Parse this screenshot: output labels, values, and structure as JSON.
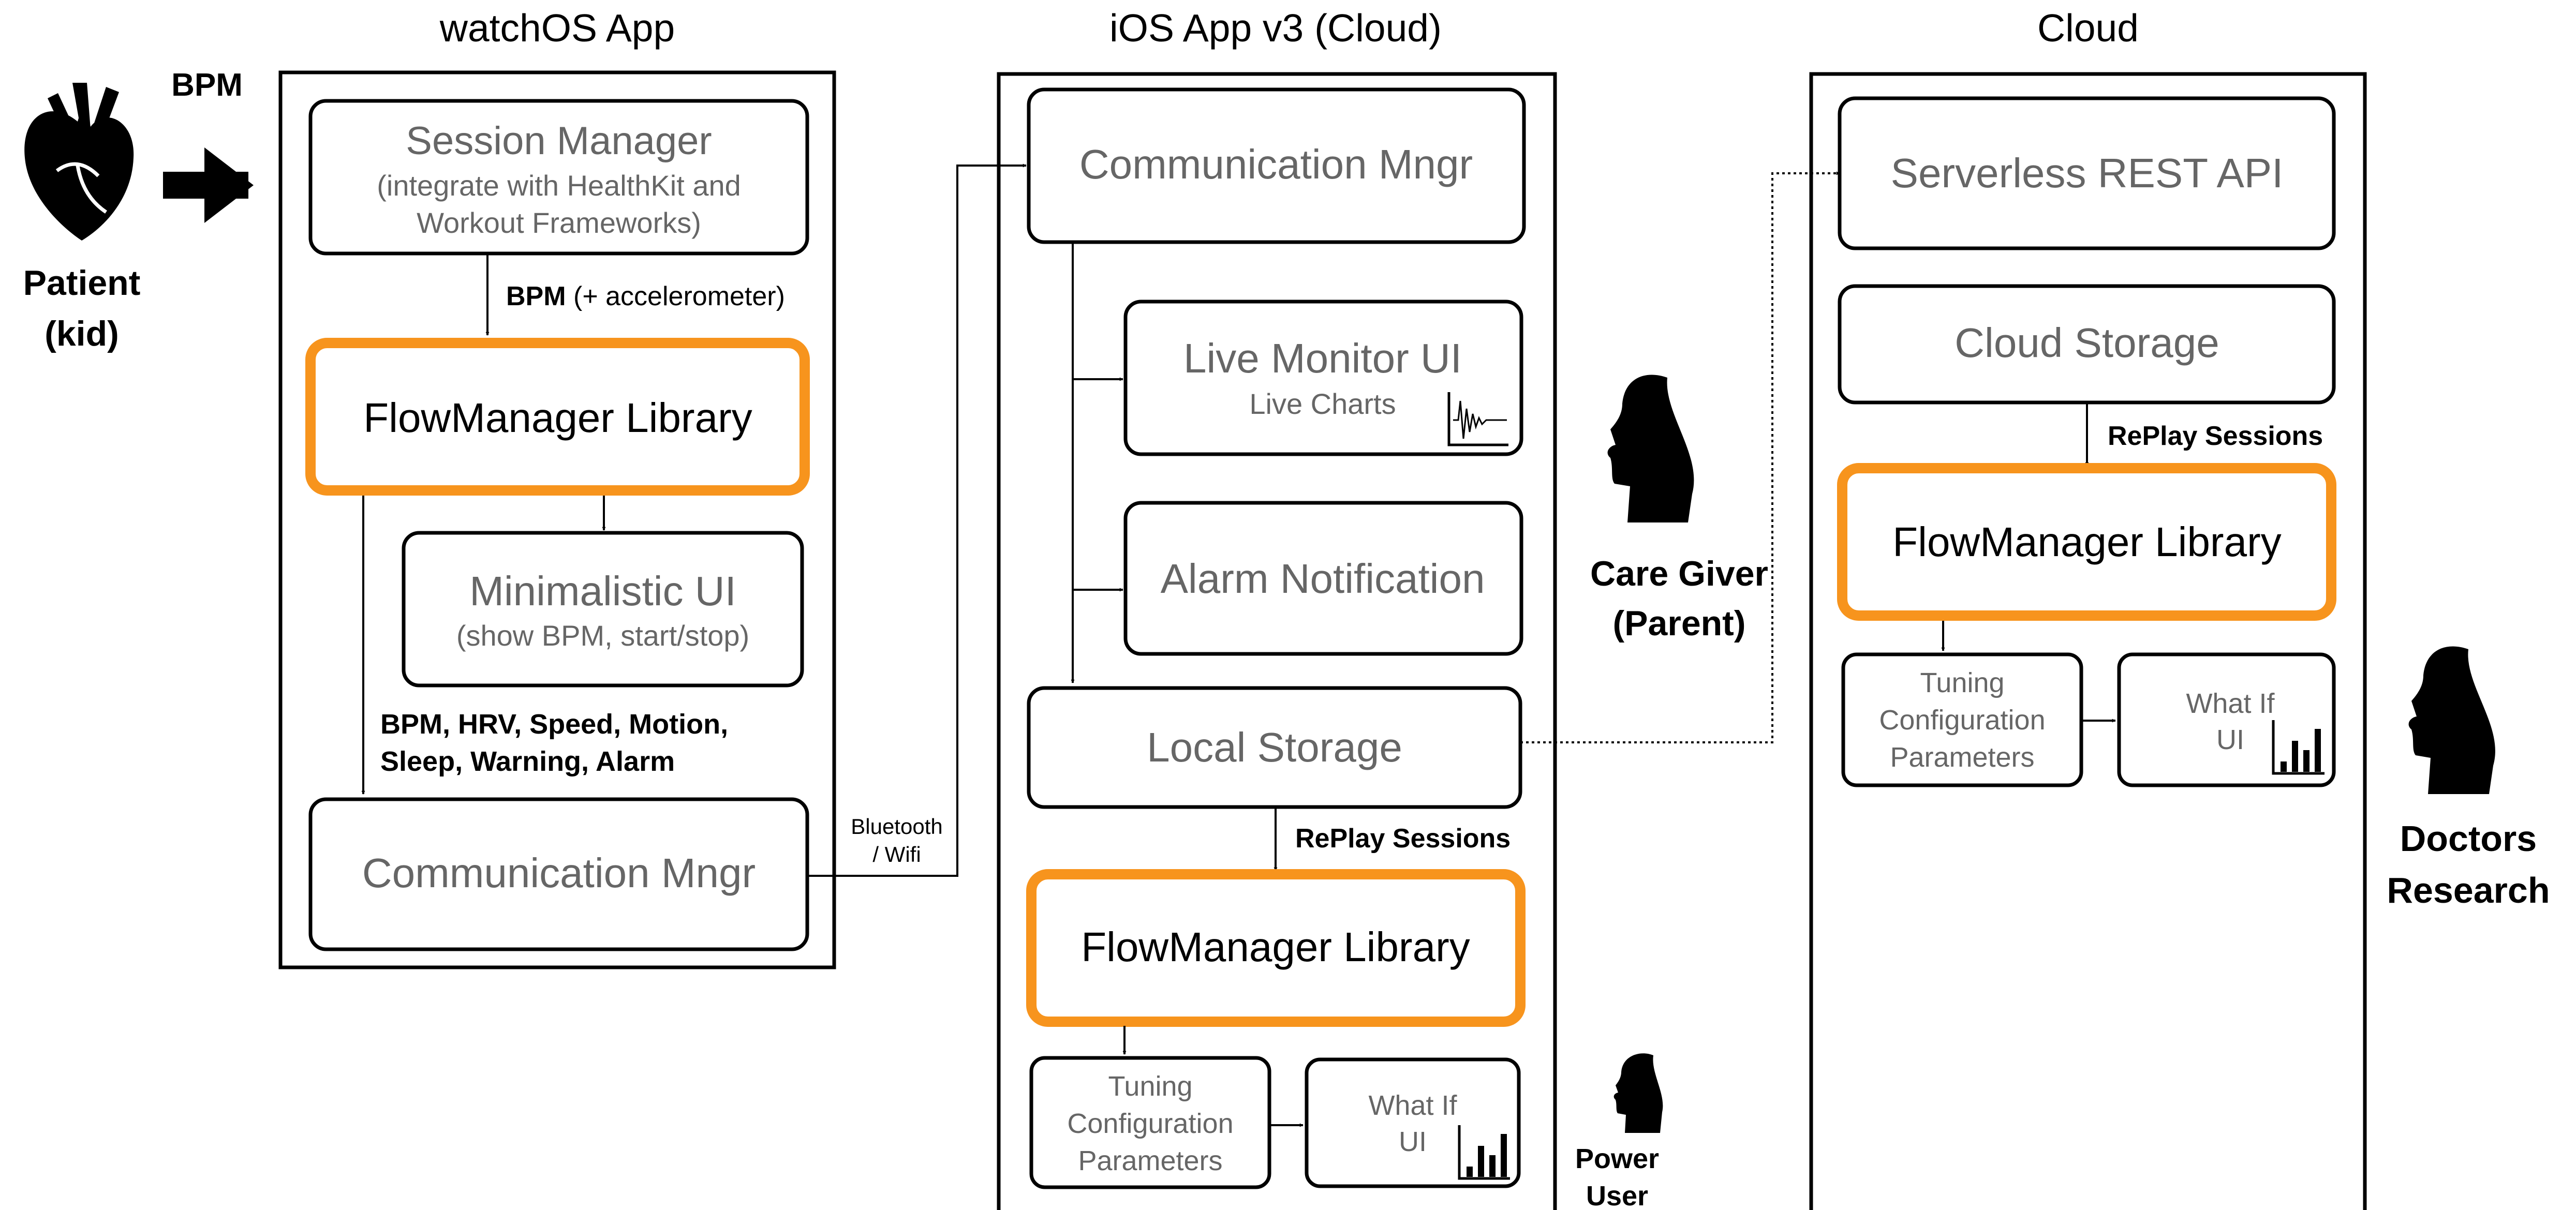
{
  "columns": {
    "watch": "watchOS App",
    "ios": "iOS App v3 (Cloud)",
    "cloud": "Cloud"
  },
  "bpm_input": "BPM",
  "actors": {
    "patient": [
      "Patient",
      "(kid)"
    ],
    "caregiver": [
      "Care Giver",
      "(Parent)"
    ],
    "doctors": [
      "Doctors",
      "Research"
    ],
    "power_user": [
      "Power",
      "User"
    ]
  },
  "watch": {
    "session_title": "Session Manager",
    "session_sub1": "(integrate with HealthKit and",
    "session_sub2": "Workout Frameworks)",
    "bpm_flow_bold": "BPM",
    "bpm_flow_rest": " (+ accelerometer)",
    "flow_library": "FlowManager Library",
    "mini_title": "Minimalistic UI",
    "mini_sub": "(show BPM, start/stop)",
    "signals1": "BPM, HRV, Speed, Motion,",
    "signals2": "Sleep, Warning, Alarm",
    "comm": "Communication Mngr",
    "bt1": "Bluetooth",
    "bt2": "/ Wifi"
  },
  "ios": {
    "comm": "Communication Mngr",
    "live_title": "Live Monitor UI",
    "live_sub": "Live Charts",
    "alarm": "Alarm Notification",
    "local": "Local Storage",
    "replay": "RePlay Sessions",
    "flow_library": "FlowManager Library",
    "tuning": [
      "Tuning",
      "Configuration",
      "Parameters"
    ],
    "whatif": [
      "What If",
      "UI"
    ]
  },
  "cloud": {
    "api": "Serverless REST API",
    "storage": "Cloud Storage",
    "replay": "RePlay Sessions",
    "flow_library": "FlowManager Library",
    "tuning": [
      "Tuning",
      "Configuration",
      "Parameters"
    ],
    "whatif": [
      "What If",
      "UI"
    ]
  },
  "colors": {
    "accent": "#f7941d",
    "muted_text": "#666666",
    "ink": "#000000"
  }
}
